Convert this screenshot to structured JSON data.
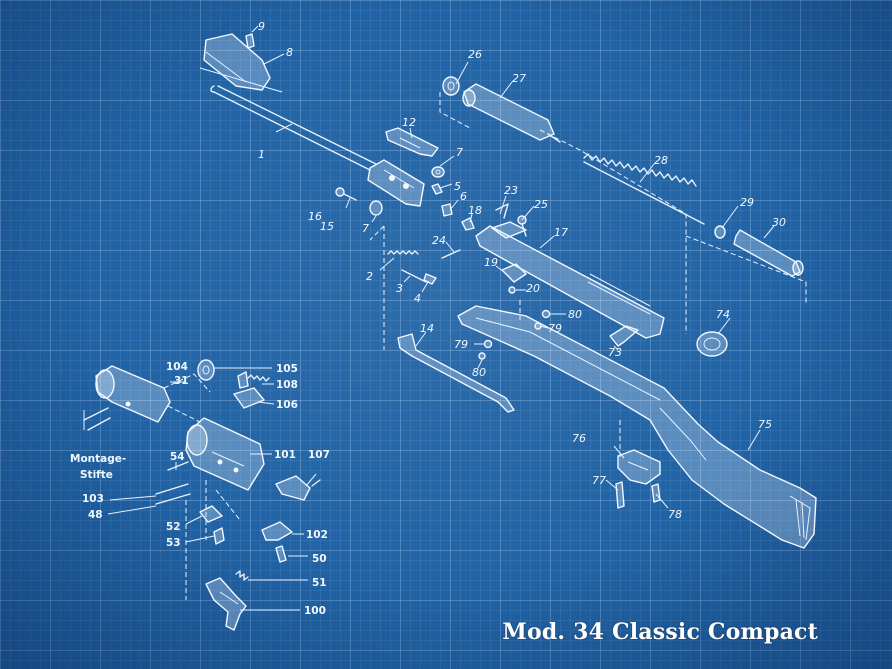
{
  "title": "Mod. 34 Classic Compact",
  "labels": {
    "main": [
      "1",
      "2",
      "3",
      "4",
      "5",
      "6",
      "7",
      "7",
      "8",
      "9",
      "12",
      "14",
      "15",
      "16",
      "17",
      "18",
      "19",
      "20",
      "23",
      "24",
      "25",
      "26",
      "27",
      "28",
      "29",
      "30",
      "73",
      "74",
      "75",
      "76",
      "77",
      "78",
      "79",
      "79",
      "80",
      "80"
    ],
    "inset": [
      "104",
      "31",
      "105",
      "108",
      "106",
      "101",
      "107",
      "54",
      "103",
      "48",
      "52",
      "53",
      "102",
      "50",
      "51",
      "100",
      "Montage-",
      "Stifte"
    ]
  }
}
